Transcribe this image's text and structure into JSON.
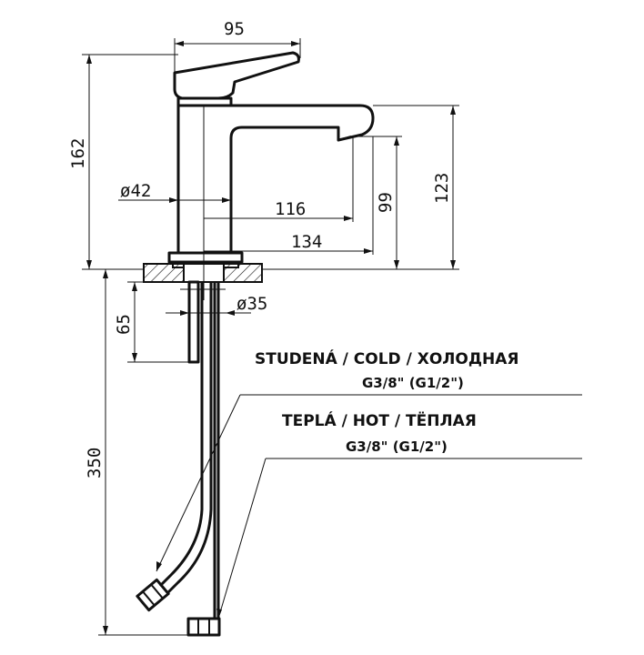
{
  "dimensions": {
    "top_width": "95",
    "total_height": "162",
    "spout_height": "123",
    "outlet_height": "99",
    "body_diameter": "ø42",
    "spout_reach": "116",
    "spout_length": "134",
    "stem_diameter": "ø35",
    "thread_length": "65",
    "hose_length": "350"
  },
  "labels": {
    "cold_title": "STUDENÁ / COLD / ХОЛОДНАЯ",
    "cold_thread": "G3/8\" (G1/2\")",
    "hot_title": "TEPLÁ / HOT / ТЁПЛАЯ",
    "hot_thread": "G3/8\" (G1/2\")"
  }
}
